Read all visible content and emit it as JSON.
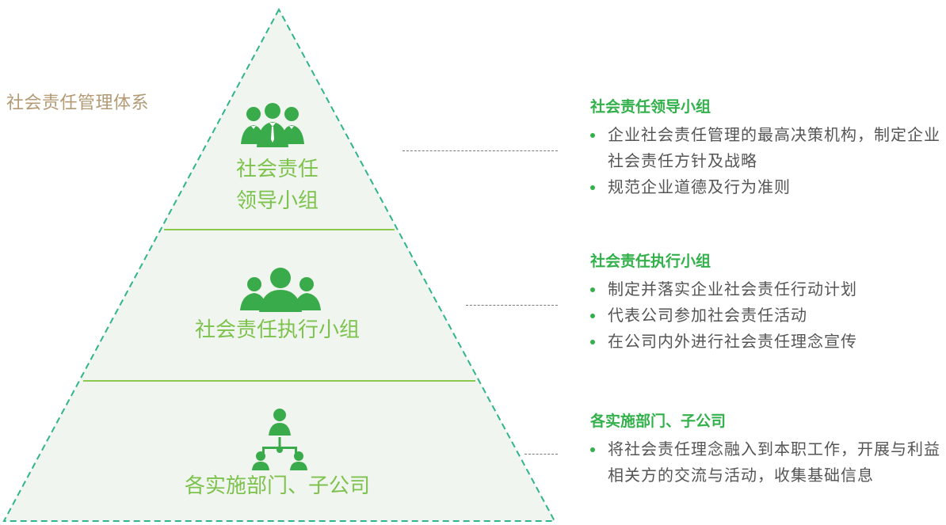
{
  "system_title": "社会责任管理体系",
  "colors": {
    "pyramid_fill": "#f1f5f0",
    "pyramid_outline": "#2fb48c",
    "tier_divider": "#8cc84b",
    "tier_label": "#7cc24c",
    "icon": "#3aab4a",
    "desc_title": "#32b14a",
    "system_title": "#b39a74"
  },
  "pyramid": {
    "tiers": [
      {
        "label": "社会责任领导小组",
        "icon": "group-leadership-icon"
      },
      {
        "label": "社会责任执行小组",
        "icon": "team-people-icon"
      },
      {
        "label": "各实施部门、子公司",
        "icon": "org-hierarchy-icon"
      }
    ],
    "tier1_label_line1": "社会责任",
    "tier1_label_line2": "领导小组"
  },
  "descriptions": [
    {
      "title": "社会责任领导小组",
      "items": [
        "企业社会责任管理的最高决策机构，制定企业社会责任方针及战略",
        "规范企业道德及行为准则"
      ]
    },
    {
      "title": "社会责任执行小组",
      "items": [
        "制定并落实企业社会责任行动计划",
        "代表公司参加社会责任活动",
        "在公司内外进行社会责任理念宣传"
      ]
    },
    {
      "title": "各实施部门、子公司",
      "items": [
        "将社会责任理念融入到本职工作，开展与利益相关方的交流与活动，收集基础信息"
      ]
    }
  ]
}
